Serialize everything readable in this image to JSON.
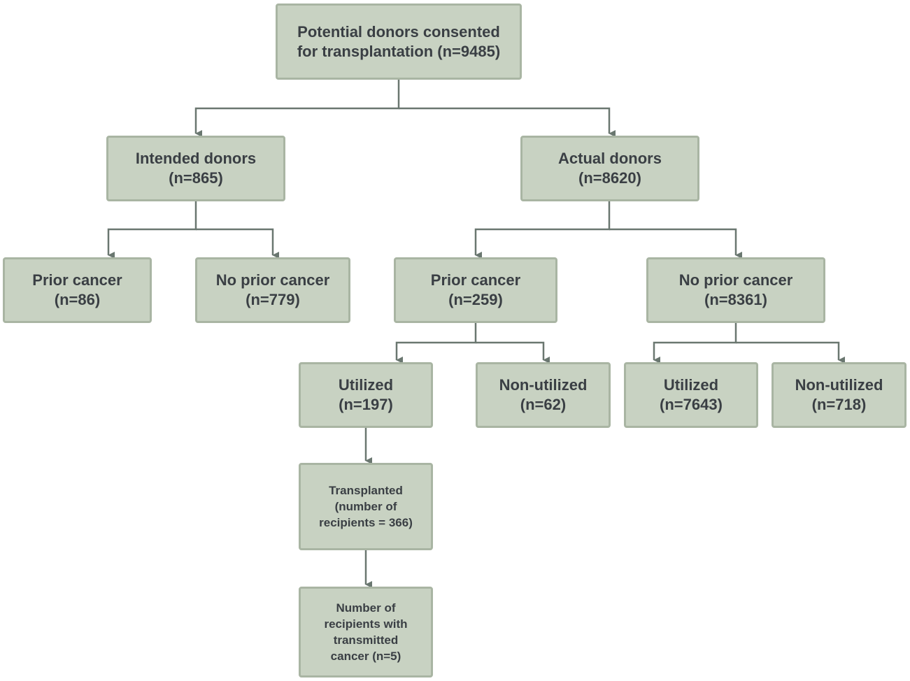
{
  "colors": {
    "box_fill": "#c8d2c2",
    "box_border": "#a9b5a3",
    "text": "#3a3f44",
    "connector": "#6a7770"
  },
  "nodes": {
    "potential": {
      "line1": "Potential donors consented",
      "line2": "for transplantation (n=9485)"
    },
    "intended": {
      "line1": "Intended donors",
      "line2": "(n=865)"
    },
    "actual": {
      "line1": "Actual donors",
      "line2": "(n=8620)"
    },
    "intended_prior": {
      "line1": "Prior cancer",
      "line2": "(n=86)"
    },
    "intended_no_prior": {
      "line1": "No prior cancer",
      "line2": "(n=779)"
    },
    "actual_prior": {
      "line1": "Prior cancer",
      "line2": "(n=259)"
    },
    "actual_no_prior": {
      "line1": "No prior cancer",
      "line2": "(n=8361)"
    },
    "prior_utilized": {
      "line1": "Utilized",
      "line2": "(n=197)"
    },
    "prior_non_utilized": {
      "line1": "Non-utilized",
      "line2": "(n=62)"
    },
    "no_prior_utilized": {
      "line1": "Utilized",
      "line2": "(n=7643)"
    },
    "no_prior_non_utilized": {
      "line1": "Non-utilized",
      "line2": "(n=718)"
    },
    "transplanted": {
      "line1": "Transplanted",
      "line2": "(number of",
      "line3": "recipients = 366)"
    },
    "transmitted": {
      "line1": "Number of",
      "line2": "recipients with",
      "line3": "transmitted",
      "line4": "cancer (n=5)"
    }
  }
}
